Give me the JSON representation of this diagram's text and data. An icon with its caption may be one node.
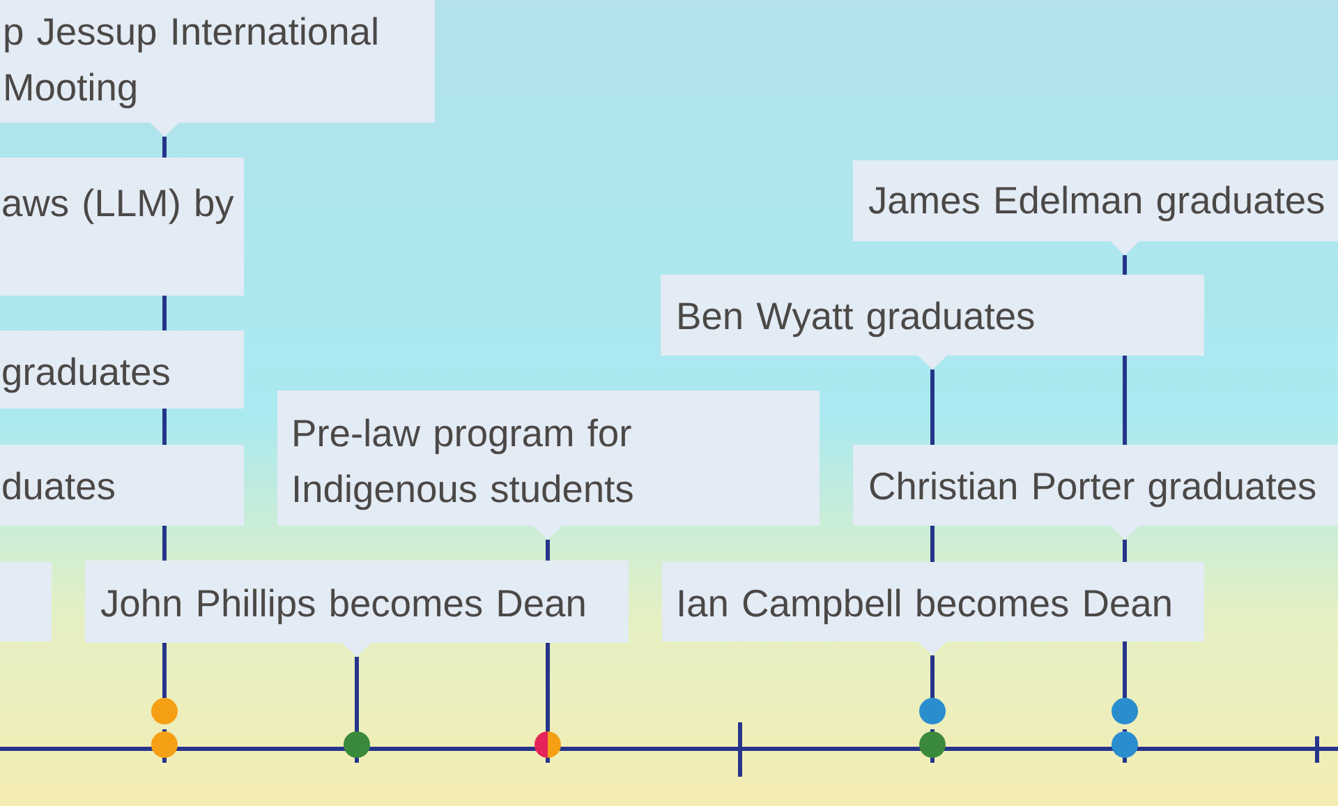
{
  "diagram": {
    "nodes": [
      {
        "text": [
          "p Jessup International Mooting"
        ]
      },
      {
        "text": [
          "aws (LLM) by"
        ]
      },
      {
        "text": [
          "James Edelman graduates"
        ]
      },
      {
        "text": [
          "Ben Wyatt graduates"
        ]
      },
      {
        "text": [
          "graduates"
        ]
      },
      {
        "text": [
          "Pre-law program for Indigenous students"
        ]
      },
      {
        "text": [
          "duates"
        ]
      },
      {
        "text": [
          "Christian Porter graduates"
        ]
      },
      {
        "text": [],
        "shape": "box"
      },
      {
        "text": [
          "John Phillips becomes Dean"
        ]
      },
      {
        "text": [
          "Ian Campbell becomes Dean"
        ]
      },
      {
        "text": [],
        "shape": "circle"
      },
      {
        "text": [],
        "shape": "circle"
      },
      {
        "text": [],
        "shape": "circle"
      },
      {
        "text": [],
        "shape": "circle"
      },
      {
        "text": [],
        "shape": "circle"
      },
      {
        "text": [],
        "shape": "circle"
      },
      {
        "text": [],
        "shape": "circle"
      },
      {
        "text": [],
        "shape": "circle"
      }
    ],
    "edges": [
      {
        "from": 0,
        "to": 1,
        "arrow": "none"
      },
      {
        "from": 1,
        "to": 4,
        "arrow": "none"
      },
      {
        "from": 4,
        "to": 6,
        "arrow": "none"
      },
      {
        "from": 6,
        "to": 9,
        "arrow": "none"
      },
      {
        "from": 9,
        "to": 11,
        "arrow": "none"
      },
      {
        "from": 2,
        "to": 3,
        "arrow": "none"
      },
      {
        "from": 3,
        "to": 7,
        "arrow": "none"
      },
      {
        "from": 3,
        "to": 7,
        "arrow": "none"
      },
      {
        "from": 5,
        "to": 9,
        "arrow": "none"
      },
      {
        "from": 7,
        "to": 10,
        "arrow": "none"
      },
      {
        "from": 7,
        "to": 10,
        "arrow": "none"
      },
      {
        "from": 9,
        "to": 13,
        "arrow": "none"
      },
      {
        "from": 9,
        "to": 14,
        "arrow": "none"
      },
      {
        "from": 10,
        "to": 15,
        "arrow": "none"
      },
      {
        "from": 10,
        "to": 17,
        "arrow": "none"
      }
    ]
  }
}
